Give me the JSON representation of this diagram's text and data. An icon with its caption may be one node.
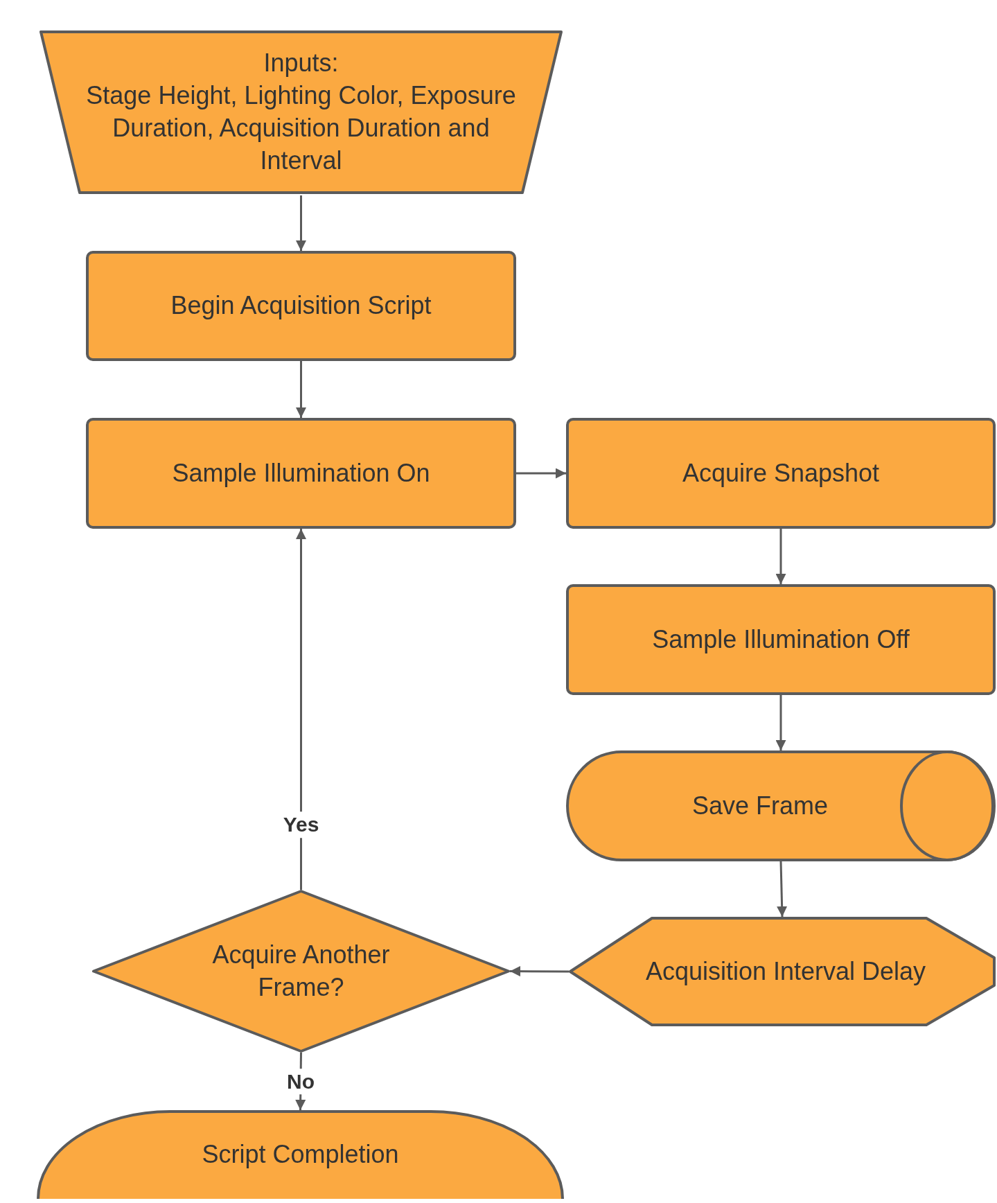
{
  "diagram": {
    "nodes": [
      {
        "text": [
          "Inputs:",
          "Stage Height, Lighting Color, Exposure Duration, Acquisition Duration and Interval"
        ]
      },
      {
        "text": [
          "Begin Acquisition Script"
        ]
      },
      {
        "text": [
          "Sample Illumination On"
        ]
      },
      {
        "text": [
          "Acquire Snapshot"
        ]
      },
      {
        "text": [
          "Sample Illumination Off"
        ]
      },
      {
        "text": [
          "Save Frame"
        ]
      },
      {
        "text": [
          "Acquisition Interval Delay"
        ]
      },
      {
        "text": [
          "Acquire Another Frame?"
        ]
      },
      {
        "text": [
          "Script Completion"
        ]
      }
    ],
    "edges": [
      {
        "from": 0,
        "to": 1,
        "arrow": "to"
      },
      {
        "from": 1,
        "to": 2,
        "arrow": "to"
      },
      {
        "from": 2,
        "to": 3,
        "arrow": "to"
      },
      {
        "from": 3,
        "to": 4,
        "arrow": "to"
      },
      {
        "from": 4,
        "to": 5,
        "arrow": "to"
      },
      {
        "from": 5,
        "to": 6,
        "arrow": "to"
      },
      {
        "from": 6,
        "to": 7,
        "arrow": "to"
      },
      {
        "from": 7,
        "to": 2,
        "arrow": "to",
        "label": "Yes"
      },
      {
        "from": 7,
        "to": 8,
        "arrow": "to",
        "label": "No"
      }
    ]
  }
}
